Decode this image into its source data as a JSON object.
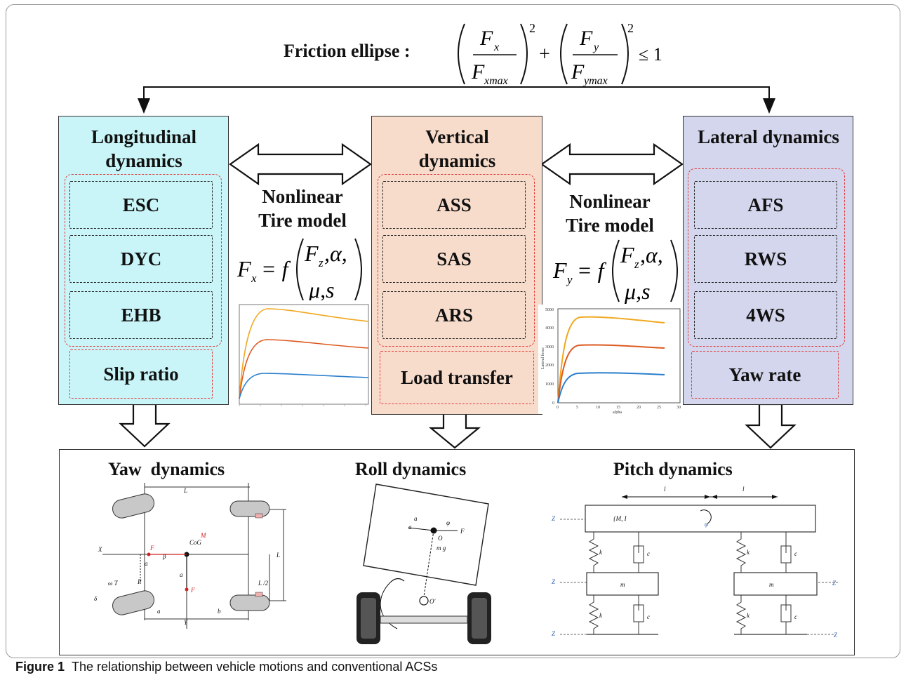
{
  "friction": {
    "label": "Friction ellipse :",
    "fx": "F",
    "fx_sub": "x",
    "fxmax": "F",
    "fxmax_sub": "xmax",
    "fy": "F",
    "fy_sub": "y",
    "fymax": "F",
    "fymax_sub": "ymax",
    "plus": "+",
    "exp": "2",
    "rhs": "≤ 1"
  },
  "longitudinal": {
    "title_line1": "Longitudinal",
    "title_line2": "dynamics",
    "items": [
      "ESC",
      "DYC",
      "EHB"
    ],
    "output": "Slip ratio"
  },
  "vertical": {
    "title_line1": "Vertical",
    "title_line2": "dynamics",
    "items": [
      "ASS",
      "SAS",
      "ARS"
    ],
    "output": "Load transfer"
  },
  "lateral": {
    "title": "Lateral dynamics",
    "items": [
      "AFS",
      "RWS",
      "4WS"
    ],
    "output": "Yaw rate"
  },
  "tire_left": {
    "line1": "Nonlinear",
    "line2": "Tire model",
    "lhs": "F",
    "lhs_sub": "x",
    "eq": "= f",
    "arg1": "F",
    "arg1_sub": "z",
    "arg1_rest": ",α,",
    "arg2": "μ,s"
  },
  "tire_right": {
    "line1": "Nonlinear",
    "line2": "Tire model",
    "lhs": "F",
    "lhs_sub": "y",
    "eq": "= f",
    "arg1": "F",
    "arg1_sub": "z",
    "arg1_rest": ",α,",
    "arg2": "μ,s"
  },
  "plot_right": {
    "ylabel": "Lateral force",
    "xlabel": "alpha",
    "yticks": [
      "5000",
      "4000",
      "3000",
      "2000",
      "1000",
      "0"
    ],
    "xticks": [
      "0",
      "5",
      "10",
      "15",
      "20",
      "25",
      "30"
    ]
  },
  "bottom": {
    "yaw_title": "Yaw  dynamics",
    "roll_title": "Roll dynamics",
    "pitch_title": "Pitch dynamics"
  },
  "yaw_labels": {
    "L": "L",
    "X": "X",
    "Y": "Y",
    "a": "a",
    "b": "b",
    "CoG": "CoG",
    "Fxtotal": "F",
    "Fytotal": "F",
    "Mztotal": "M",
    "ax": "a",
    "ay": "a",
    "Lw": "L",
    "Lw2": "L /2",
    "beta": "β",
    "delta": "δ",
    "omega": "ω T",
    "Pfl": "P"
  },
  "roll_labels": {
    "ay": "a",
    "ayn": "a",
    "phi": "φ",
    "Fy": "F",
    "O": "O",
    "mg": "m g",
    "Oprime": "O'"
  },
  "pitch_labels": {
    "lf": "l",
    "lr": "l",
    "ZM": "Z",
    "Zmr": "Z",
    "Zmf": "Z",
    "Zr": "Z",
    "Zf": "Z",
    "body": "{M, I",
    "phi": "φ",
    "kMr": "k",
    "cMr": "c",
    "kMf": "k",
    "cMf": "c",
    "mr": "m",
    "mf": "m",
    "kr": "k",
    "cr": "c",
    "kf": "k",
    "cf": "c"
  },
  "caption": {
    "label": "Figure 1",
    "text": "The relationship between vehicle motions and conventional ACSs"
  },
  "colors": {
    "longitudinal_bg": "#c9f5f8",
    "vertical_bg": "#f8dccb",
    "lateral_bg": "#d3d6ec",
    "dash_red": "#e23a3a",
    "curve_high": "#f0a820",
    "curve_mid": "#dd5a20",
    "curve_low": "#2a7fcc",
    "pitch_label_blue": "#2a5fa8",
    "yaw_red": "#d22222"
  }
}
